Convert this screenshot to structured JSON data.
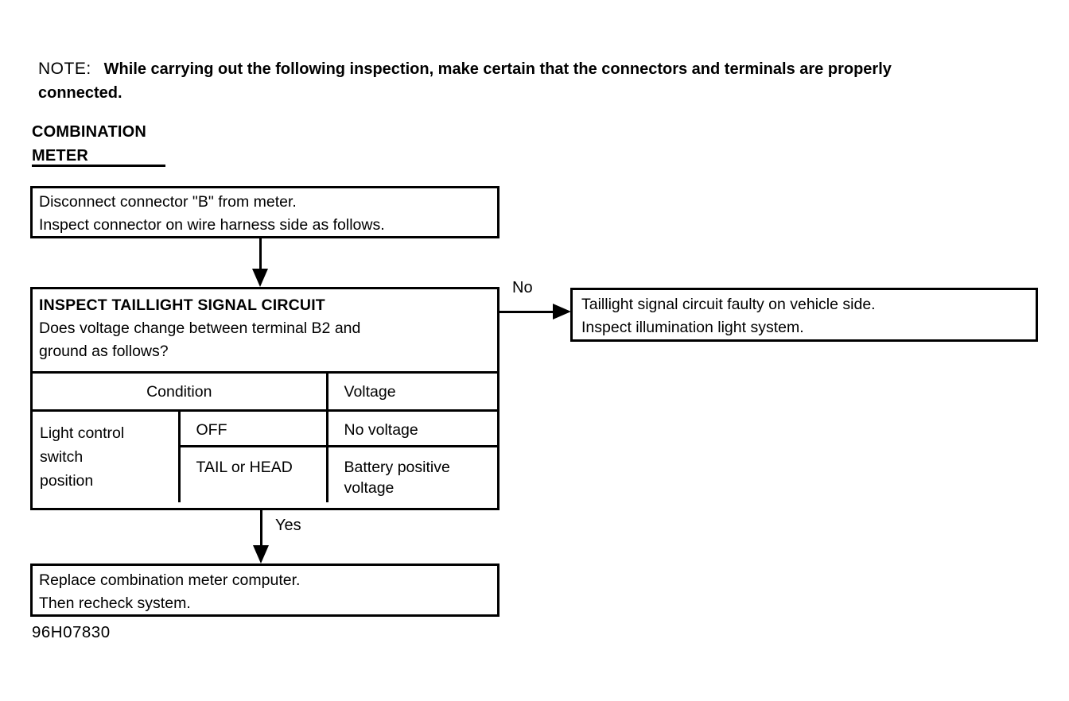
{
  "colors": {
    "ink": "#000000",
    "paper": "#ffffff"
  },
  "note": {
    "label": "NOTE:",
    "line1": "While carrying out the following inspection, make certain that the connectors and terminals are properly",
    "line2": "connected."
  },
  "heading": {
    "line1": "COMBINATION",
    "line2": "METER"
  },
  "flow": {
    "step1": {
      "line1": "Disconnect connector \"B\" from meter.",
      "line2": "Inspect connector on wire harness side as follows."
    },
    "inspect": {
      "title": "INSPECT TAILLIGHT SIGNAL CIRCUIT",
      "line1": "Does voltage change between terminal B2 and",
      "line2": "ground as follows?",
      "table": {
        "condition_header": "Condition",
        "voltage_header": "Voltage",
        "row_label_line1": "Light control",
        "row_label_line2": "switch",
        "row_label_line3": "position",
        "rows": [
          {
            "condition": "OFF",
            "voltage": "No voltage"
          },
          {
            "condition": "TAIL or HEAD",
            "voltage": "Battery positive voltage"
          }
        ]
      }
    },
    "no_label": "No",
    "no_box": {
      "line1": "Taillight signal circuit faulty on vehicle side.",
      "line2": "Inspect illumination light system."
    },
    "yes_label": "Yes",
    "yes_box": {
      "line1": "Replace combination meter computer.",
      "line2": "Then recheck system."
    }
  },
  "figure_code": "96H07830"
}
